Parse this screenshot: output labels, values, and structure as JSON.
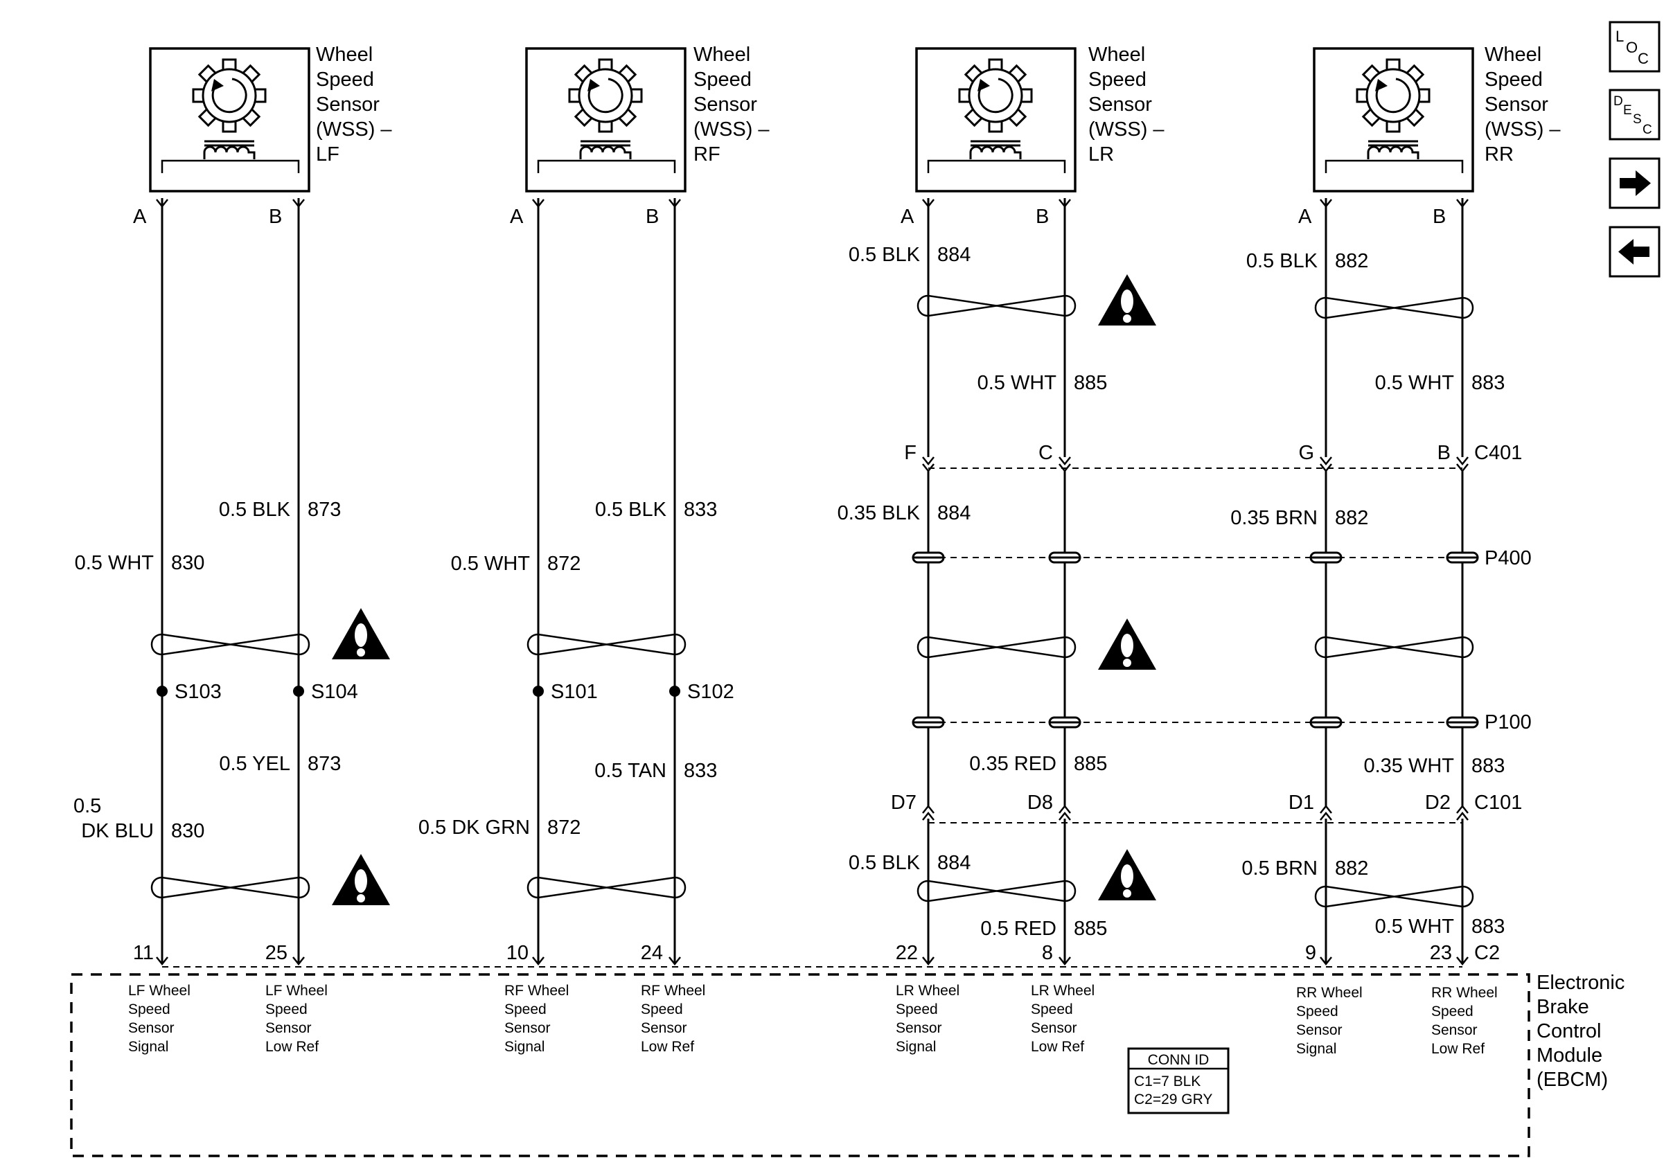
{
  "sensors": [
    {
      "title_lines": [
        "Wheel",
        "Speed",
        "Sensor",
        "(WSS) –",
        "LF"
      ],
      "pin_a": "A",
      "pin_b": "B"
    },
    {
      "title_lines": [
        "Wheel",
        "Speed",
        "Sensor",
        "(WSS) –",
        "RF"
      ],
      "pin_a": "A",
      "pin_b": "B"
    },
    {
      "title_lines": [
        "Wheel",
        "Speed",
        "Sensor",
        "(WSS) –",
        "LR"
      ],
      "pin_a": "A",
      "pin_b": "B"
    },
    {
      "title_lines": [
        "Wheel",
        "Speed",
        "Sensor",
        "(WSS) –",
        "RR"
      ],
      "pin_a": "A",
      "pin_b": "B"
    }
  ],
  "wire_labels": {
    "lf_b_upper_color": "0.5 BLK",
    "lf_b_upper_circuit": "873",
    "lf_a_upper_color": "0.5 WHT",
    "lf_a_upper_circuit": "830",
    "lf_b_lower_color": "0.5 YEL",
    "lf_b_lower_circuit": "873",
    "lf_a_lower_color_1": "0.5",
    "lf_a_lower_color_2": "DK BLU",
    "lf_a_lower_circuit": "830",
    "rf_b_upper_color": "0.5 BLK",
    "rf_b_upper_circuit": "833",
    "rf_a_upper_color": "0.5 WHT",
    "rf_a_upper_circuit": "872",
    "rf_b_lower_color": "0.5 TAN",
    "rf_b_lower_circuit": "833",
    "rf_a_lower_color": "0.5 DK GRN",
    "rf_a_lower_circuit": "872",
    "lr_a1_color": "0.5 BLK",
    "lr_a1_circuit": "884",
    "lr_b1_color": "0.5 WHT",
    "lr_b1_circuit": "885",
    "lr_a2_color": "0.35 BLK",
    "lr_a2_circuit": "884",
    "lr_b2_color": "0.35 RED",
    "lr_b2_circuit": "885",
    "lr_a3_color": "0.5 BLK",
    "lr_a3_circuit": "884",
    "lr_b3_color": "0.5 RED",
    "lr_b3_circuit": "885",
    "rr_a1_color": "0.5 BLK",
    "rr_a1_circuit": "882",
    "rr_b1_color": "0.5 WHT",
    "rr_b1_circuit": "883",
    "rr_a2_color": "0.35 BRN",
    "rr_a2_circuit": "882",
    "rr_b2_color": "0.35 WHT",
    "rr_b2_circuit": "883",
    "rr_a3_color": "0.5 BRN",
    "rr_a3_circuit": "882",
    "rr_b3_color": "0.5 WHT",
    "rr_b3_circuit": "883"
  },
  "splices": {
    "s103": "S103",
    "s104": "S104",
    "s101": "S101",
    "s102": "S102"
  },
  "connectors": {
    "c401": "C401",
    "c401_pins": [
      "F",
      "C",
      "G",
      "B"
    ],
    "p400": "P400",
    "p100": "P100",
    "c101": "C101",
    "c101_pins": [
      "D7",
      "D8",
      "D1",
      "D2"
    ],
    "c2": "C2"
  },
  "ebcm": {
    "title_lines": [
      "Electronic",
      "Brake",
      "Control",
      "Module",
      "(EBCM)"
    ],
    "pins": [
      "11",
      "25",
      "10",
      "24",
      "22",
      "8",
      "9",
      "23"
    ],
    "pin_labels": [
      [
        "LF Wheel",
        "Speed",
        "Sensor",
        "Signal"
      ],
      [
        "LF Wheel",
        "Speed",
        "Sensor",
        "Low Ref"
      ],
      [
        "RF Wheel",
        "Speed",
        "Sensor",
        "Signal"
      ],
      [
        "RF Wheel",
        "Speed",
        "Sensor",
        "Low Ref"
      ],
      [
        "LR Wheel",
        "Speed",
        "Sensor",
        "Signal"
      ],
      [
        "LR Wheel",
        "Speed",
        "Sensor",
        "Low Ref"
      ],
      [
        "RR Wheel",
        "Speed",
        "Sensor",
        "Signal"
      ],
      [
        "RR Wheel",
        "Speed",
        "Sensor",
        "Low Ref"
      ]
    ],
    "conn_id_title": "CONN ID",
    "conn_id_lines": [
      "C1=7 BLK",
      "C2=29 GRY"
    ]
  },
  "nav": {
    "loc": {
      "main": "L",
      "sub": "O",
      "sub2": "C"
    },
    "desc": {
      "main": "D",
      "sub": "E",
      "sub2": "S",
      "sub3": "C"
    },
    "next_icon": "arrow-right",
    "prev_icon": "arrow-left"
  }
}
